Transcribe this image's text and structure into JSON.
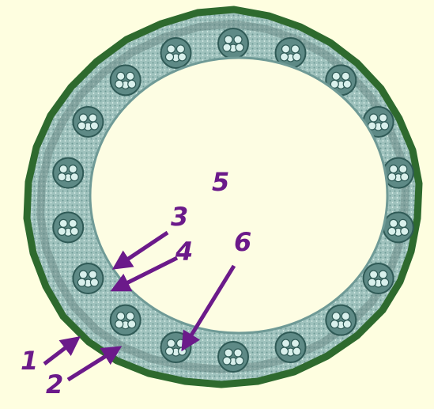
{
  "labels": {
    "l1": "1",
    "l2": "2",
    "l3": "3",
    "l4": "4",
    "l5": "5",
    "l6": "6"
  },
  "colors": {
    "background": "#fefee0",
    "epidermis": "#2e6a2e",
    "cortex": "#8fb7b3",
    "bundle": "#aacfcf",
    "pith": "#fdfde3",
    "label": "#6b1a8a",
    "arrow": "#6b1a8a"
  },
  "bundle_count": 18
}
